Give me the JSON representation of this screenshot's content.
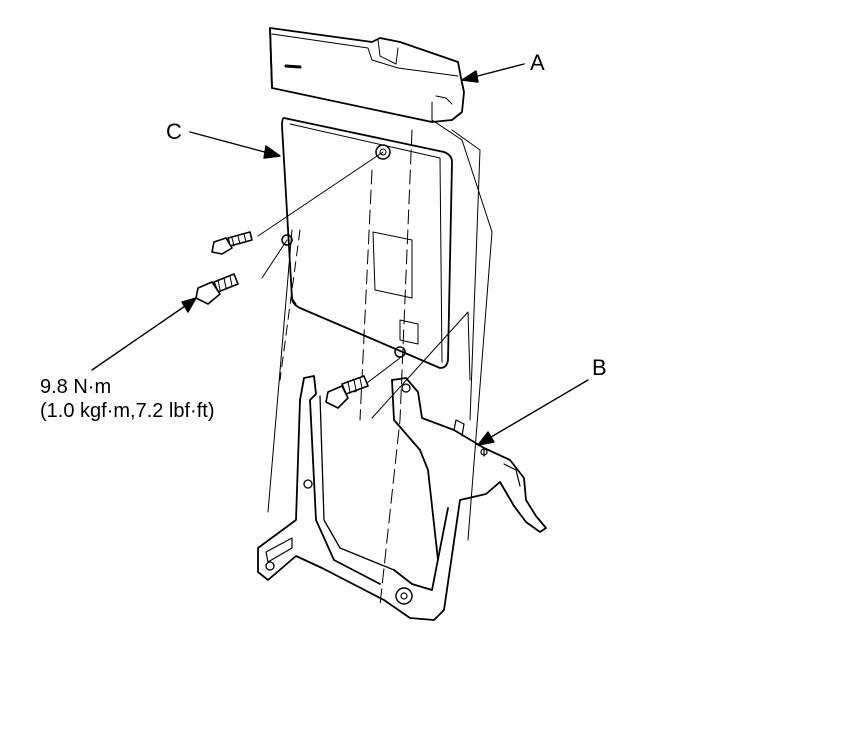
{
  "callouts": {
    "a": "A",
    "b": "B",
    "c": "C"
  },
  "torque": {
    "line1": "9.8 N·m",
    "line2": "(1.0 kgf·m,7.2 lbf·ft)"
  },
  "colors": {
    "stroke": "#000000",
    "background": "#ffffff"
  }
}
